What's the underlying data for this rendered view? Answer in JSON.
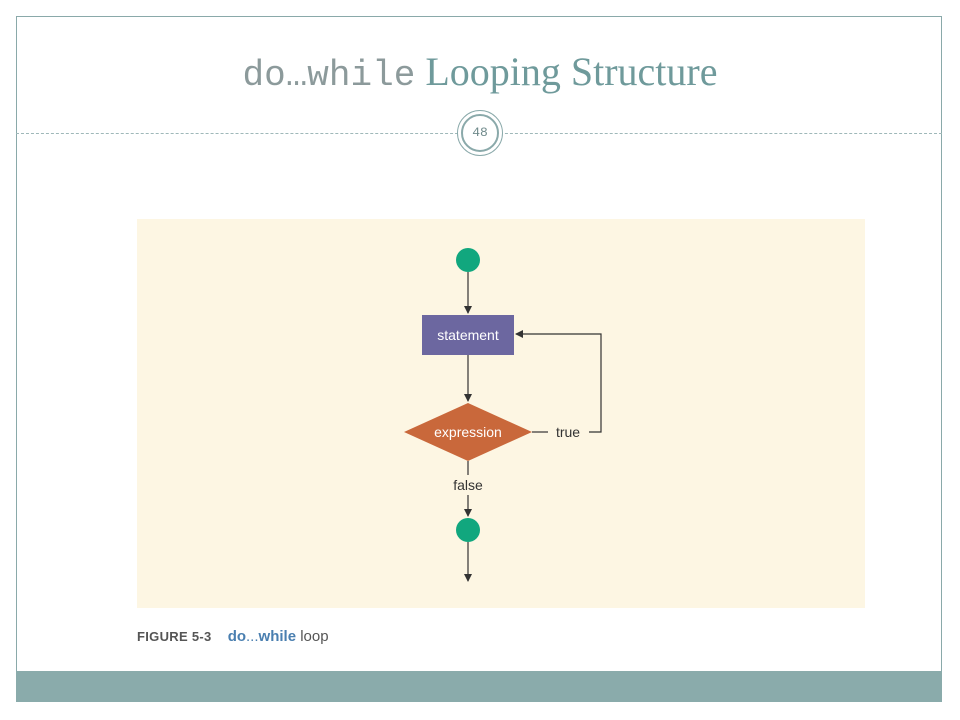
{
  "slide": {
    "title_code": "do…while",
    "title_text": "Looping Structure",
    "page_number": "48"
  },
  "diagram": {
    "statement_label": "statement",
    "expression_label": "expression",
    "true_label": "true",
    "false_label": "false",
    "colors": {
      "terminal": "#11a77e",
      "statement": "#6c67a0",
      "expression": "#c9683b",
      "background": "#fdf6e3",
      "line": "#333333"
    }
  },
  "caption": {
    "figure_number": "FIGURE 5-3",
    "keyword_do": "do",
    "ellipsis": "...",
    "keyword_while": "while",
    "suffix": " loop"
  }
}
